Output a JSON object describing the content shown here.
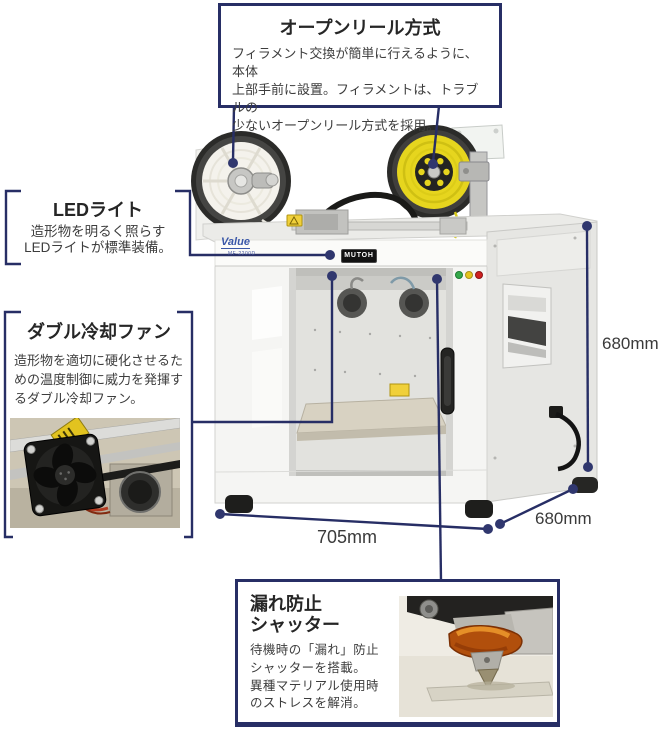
{
  "colors": {
    "line_navy": "#272e65",
    "connector_dot": "#30376e",
    "title_text": "#262626",
    "body_text": "#3d3d3d",
    "dimension_text": "#3a3a3a",
    "brand_badge_bg": "#111111",
    "brand_badge_text": "#ffffff",
    "series_logo_blue": "#3a57a8",
    "status_lights": [
      "#35a84a",
      "#e4c41c",
      "#cf2020"
    ],
    "filament_spool_left": "#f4f2ec",
    "filament_spool_right": "#e6d51e"
  },
  "callouts": {
    "open_reel": {
      "title": "オープンリール方式",
      "body": "フィラメント交換が簡単に行えるように、本体\n上部手前に設置。フィラメントは、トラブルの\n少ないオープンリール方式を採用。"
    },
    "led_light": {
      "title": "LEDライト",
      "body": "造形物を明るく照らす\nLEDライトが標準装備。"
    },
    "double_cooling_fan": {
      "title": "ダブル冷却ファン",
      "body": "造形物を適切に硬化させるた\nめの温度制御に威力を発揮す\nるダブル冷却ファン。"
    },
    "leak_prevention_shutter": {
      "title": "漏れ防止\nシャッター",
      "body": "待機時の「漏れ」防止\nシャッターを搭載。\n異種マテリアル使用時\nのストレスを解消。"
    }
  },
  "dimensions": {
    "width": "705mm",
    "depth": "680mm",
    "height": "680mm"
  },
  "printer": {
    "brand_logo": "MUTOH",
    "series_logo": "Value",
    "model": "MF-2200D"
  }
}
